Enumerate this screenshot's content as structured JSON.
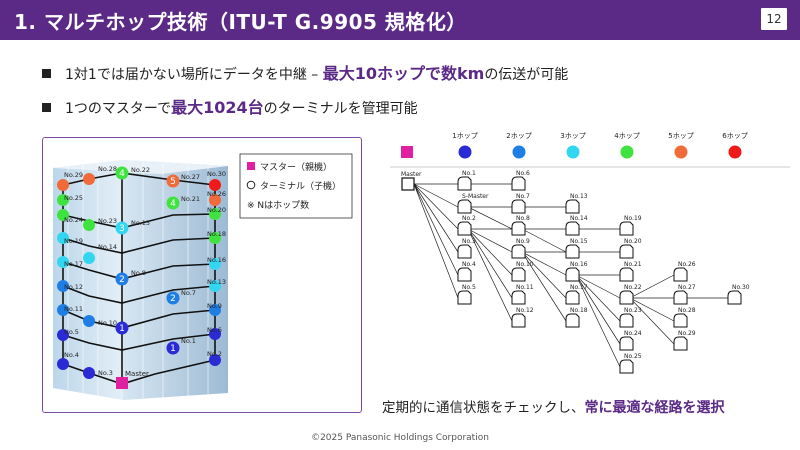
{
  "header": {
    "title": "1. マルチホップ技術（ITU-T G.9905 規格化）",
    "page_number": "12"
  },
  "bullets": {
    "b1_pre": "1対1では届かない場所にデータを中継 – ",
    "b1_hl": "最大10ホップで数km",
    "b1_post": "の伝送が可能",
    "b2_pre": "1つのマスターで",
    "b2_hl": "最大1024台",
    "b2_post": "のターミナルを管理可能"
  },
  "legend": {
    "master": "マスター（親機）",
    "terminal": "ターミナル（子機）",
    "note": "※ Nはホップ数"
  },
  "hops": [
    "1ホップ",
    "2ホップ",
    "3ホップ",
    "4ホップ",
    "5ホップ",
    "6ホップ"
  ],
  "hop_colors": [
    "#2b2bd6",
    "#1f7ee6",
    "#33d6f0",
    "#3fe33f",
    "#f06a3a",
    "#f01a1a"
  ],
  "building_labels": {
    "master": "Master",
    "n1": "No.1",
    "n2": "No.2",
    "n3": "No.3",
    "n4": "No.4",
    "n5": "No.5",
    "n6": "No.6",
    "n7": "No.7",
    "n8": "No.8",
    "n9": "No.9",
    "n10": "No.10",
    "n11": "No.11",
    "n12": "No.12",
    "n13": "No.13",
    "n14": "No.14",
    "n15": "No.15",
    "n16": "No.16",
    "n17": "No.17",
    "n18": "No.18",
    "n19": "No.19",
    "n20": "No.20",
    "n21": "No.21",
    "n22": "No.22",
    "n23": "No.23",
    "n24": "No.24",
    "n25": "No.25",
    "n26": "No.26",
    "n27": "No.27",
    "n28": "No.28",
    "n29": "No.29",
    "n30": "No.30"
  },
  "hop_numbers": {
    "h1": "1",
    "h2": "2",
    "h3": "3",
    "h4": "4",
    "h5": "5"
  },
  "tree": {
    "master": "Master",
    "s_master": "S-Master",
    "n1": "No.1",
    "n2": "No.2",
    "n3": "No.3",
    "n4": "No.4",
    "n5": "No.5",
    "n6": "No.6",
    "n7": "No.7",
    "n8": "No.8",
    "n9": "No.9",
    "n10": "No.10",
    "n11": "No.11",
    "n12": "No.12",
    "n13": "No.13",
    "n14": "No.14",
    "n15": "No.15",
    "n16": "No.16",
    "n17": "No.17",
    "n18": "No.18",
    "n19": "No.19",
    "n20": "No.20",
    "n21": "No.21",
    "n22": "No.22",
    "n23": "No.23",
    "n24": "No.24",
    "n25": "No.25",
    "n26": "No.26",
    "n27": "No.27",
    "n28": "No.28",
    "n29": "No.29",
    "n30": "No.30"
  },
  "bottom_note": {
    "pre": "定期的に通信状態をチェックし、",
    "hl": "常に最適な経路を選択"
  },
  "footer": "©2025 Panasonic Holdings Corporation"
}
